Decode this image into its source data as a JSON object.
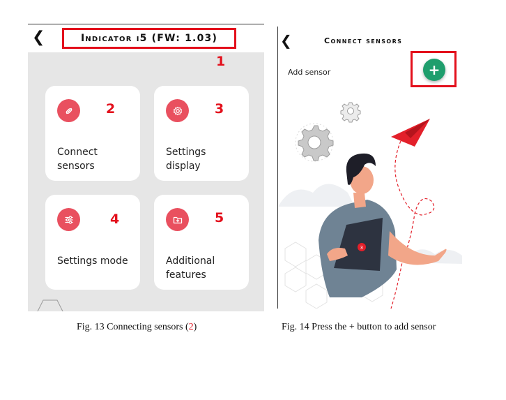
{
  "left_screen": {
    "title": "Indicator i5 (FW: 1.03)",
    "cards": [
      {
        "label": "Connect sensors",
        "callout": "2",
        "icon": "link-icon"
      },
      {
        "label": "Settings display",
        "callout": "3",
        "icon": "gear-icon"
      },
      {
        "label": "Settings mode",
        "callout": "4",
        "icon": "sliders-icon"
      },
      {
        "label": "Additional features",
        "callout": "5",
        "icon": "folder-plus-icon"
      }
    ],
    "title_callout": "1",
    "accent_color": "#e9505f"
  },
  "right_screen": {
    "title": "Connect sensors",
    "add_label": "Add sensor",
    "plus_label": "+",
    "button_color": "#1f9e6d"
  },
  "captions": {
    "fig13_text": "Fig. 13 Connecting sensors (",
    "fig13_ref": "2",
    "fig13_end": ")",
    "fig14": "Fig. 14 Press the + button to add sensor"
  },
  "highlight_color": "#e3101c"
}
